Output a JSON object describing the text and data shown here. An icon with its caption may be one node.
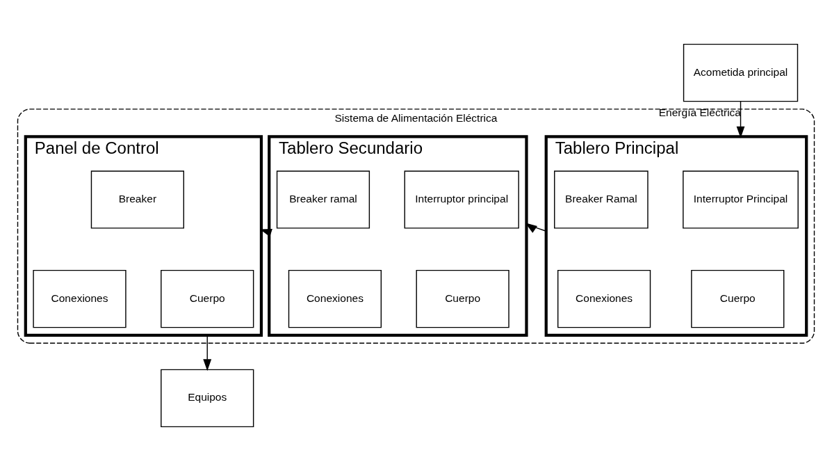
{
  "diagram": {
    "nodes": [
      {
        "text": [
          "Acometida principal"
        ]
      },
      {
        "text": [
          "Sistema de Alimentación Eléctrica"
        ]
      },
      {
        "text": [
          "Tablero Principal"
        ],
        "in": 1
      },
      {
        "text": [
          "Interruptor Principal"
        ],
        "in": 2
      },
      {
        "text": [
          "Breaker Ramal"
        ],
        "in": 2
      },
      {
        "text": [
          "Conexiones"
        ],
        "in": 2
      },
      {
        "text": [
          "Cuerpo"
        ],
        "in": 2
      },
      {
        "text": [
          "Tablero Secundario"
        ],
        "in": 1
      },
      {
        "text": [
          "Interruptor principal"
        ],
        "in": 7
      },
      {
        "text": [
          "Breaker ramal"
        ],
        "in": 7
      },
      {
        "text": [
          "Conexiones"
        ],
        "in": 7
      },
      {
        "text": [
          "Cuerpo"
        ],
        "in": 7
      },
      {
        "text": [
          "Panel de Control"
        ],
        "in": 1
      },
      {
        "text": [
          "Breaker"
        ],
        "in": 12
      },
      {
        "text": [
          "Conexiones"
        ],
        "in": 12
      },
      {
        "text": [
          "Cuerpo"
        ],
        "in": 12
      },
      {
        "text": [
          "Equipos"
        ]
      }
    ],
    "edges": [
      {
        "from": 0,
        "to": 2,
        "arrow": "to",
        "label": "Energía Eléctrica"
      },
      {
        "from": 2,
        "to": 7,
        "arrow": "to"
      },
      {
        "from": 7,
        "to": 12,
        "arrow": "to"
      },
      {
        "from": 12,
        "to": 16,
        "arrow": "to"
      }
    ]
  }
}
